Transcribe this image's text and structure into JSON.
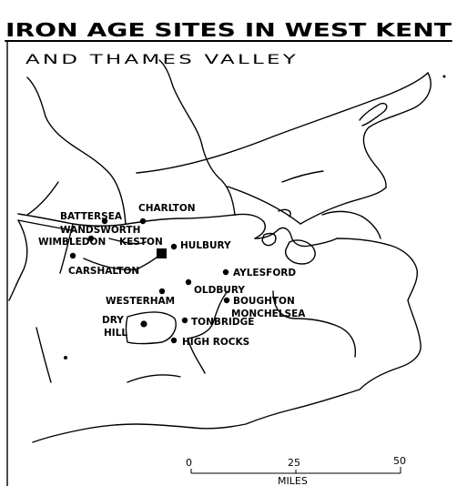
{
  "title": "IRON AGE  SITES  IN  WEST  KENT",
  "subtitle": "AND  THAMES  VALLEY",
  "scale": {
    "ticks": [
      "0",
      "25",
      "50"
    ],
    "unit": "MILES"
  },
  "sites": [
    {
      "id": "battersea",
      "label": "BATTERSEA"
    },
    {
      "id": "charlton",
      "label": "CHARLTON"
    },
    {
      "id": "wandsworth",
      "label": "WANDSWORTH"
    },
    {
      "id": "wimbledon",
      "label": "WIMBLEDON"
    },
    {
      "id": "keston",
      "label": "KESTON"
    },
    {
      "id": "hulbury",
      "label": "HULBURY"
    },
    {
      "id": "carshalton",
      "label": "CARSHALTON"
    },
    {
      "id": "aylesford",
      "label": "AYLESFORD"
    },
    {
      "id": "oldbury",
      "label": "OLDBURY"
    },
    {
      "id": "westerham",
      "label": "WESTERHAM"
    },
    {
      "id": "boughton",
      "label": "BOUGHTON"
    },
    {
      "id": "monchelsea",
      "label": "MONCHELSEA"
    },
    {
      "id": "dry",
      "label": "DRY"
    },
    {
      "id": "hill",
      "label": "HILL"
    },
    {
      "id": "tonbridge",
      "label": "TONBRIDGE"
    },
    {
      "id": "high-rocks",
      "label": "HIGH ROCKS"
    }
  ]
}
